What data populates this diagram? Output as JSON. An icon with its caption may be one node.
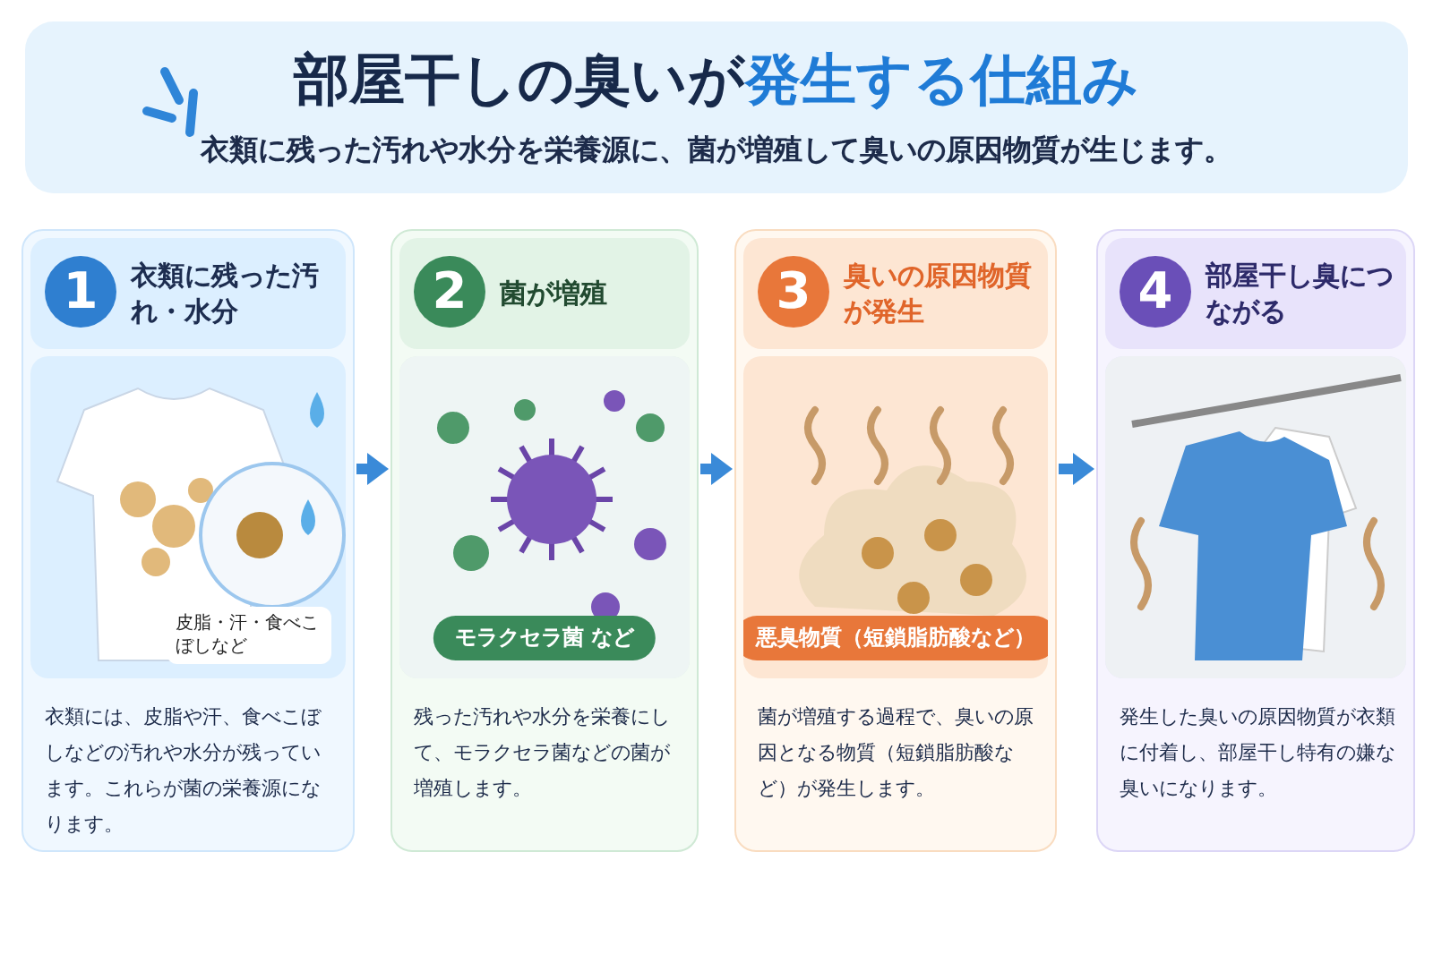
{
  "diagram": {
    "title": "部屋干しの臭いが**発生する仕組み**",
    "caption": "衣類に残った汚れや水分を栄養源に、菌が増殖して臭いの原因物質が生じます。",
    "nodes": [
      {
        "text": [
          "1",
          "衣類に残った汚れ・水分",
          "皮脂・汗・食べこぼしなど",
          "衣類には、皮脂や汗、食べこぼしなどの汚れや水分が残っています。これらが菌の栄養源になります。"
        ]
      },
      {
        "text": [
          "2",
          "菌が増殖",
          "モラクセラ菌 など",
          "残った汚れや水分を栄養にして、モラクセラ菌などの菌が増殖します。"
        ]
      },
      {
        "text": [
          "3",
          "臭いの原因物質が発生",
          "悪臭物質（短鎖脂肪酸など）",
          "菌が増殖する過程で、臭いの原因となる物質（短鎖脂肪酸など）が発生します。"
        ]
      },
      {
        "text": [
          "4",
          "部屋干し臭につながる",
          "発生した臭いの原因物質が衣類に付着し、部屋干し特有の嫌な臭いになります。"
        ]
      }
    ],
    "edges": [
      {
        "from": 0,
        "to": 1,
        "arrow": "to"
      },
      {
        "from": 1,
        "to": 2,
        "arrow": "to"
      },
      {
        "from": 2,
        "to": 3,
        "arrow": "to"
      }
    ]
  }
}
